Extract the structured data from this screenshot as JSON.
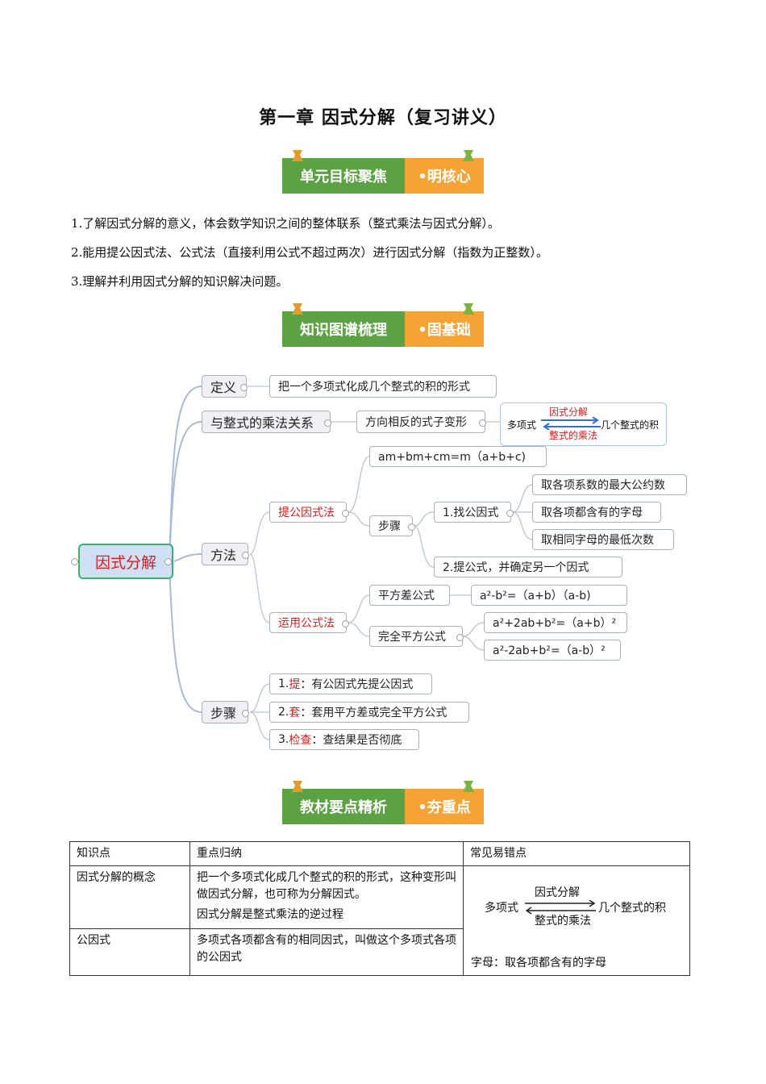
{
  "title": "第一章 因式分解（复习讲义）",
  "sections": [
    {
      "green": "单元目标聚焦",
      "orange": "•明核心"
    },
    {
      "green": "知识图谱梳理",
      "orange": "•固基础"
    },
    {
      "green": "教材要点精析",
      "orange": "•夯重点"
    }
  ],
  "goals": [
    "1.了解因式分解的意义，体会数学知识之间的整体联系（整式乘法与因式分解）。",
    "2.能用提公因式法、公式法（直接利用公式不超过两次）进行因式分解（指数为正整数）。",
    "3.理解并利用因式分解的知识解决问题。"
  ],
  "mindmap": {
    "root": "因式分解",
    "definition": "定义",
    "definition_text": "把一个多项式化成几个整式的积的形式",
    "relation": "与整式的乘法关系",
    "relation_text": "方向相反的式子变形",
    "rel_left": "多项式",
    "rel_right": "几个整式的积",
    "rel_top": "因式分解",
    "rel_bottom": "整式的乘法",
    "method": "方法",
    "extract": "提公因式法",
    "extract_formula": "am+bm+cm=m（a+b+c)",
    "steps_label": "步骤",
    "find_common": "1.找公因式",
    "find_1": "取各项系数的最大公约数",
    "find_2": "取各项都含有的字母",
    "find_3": "取相同字母的最低次数",
    "extract_2": "2.提公式，并确定另一个因式",
    "formula": "运用公式法",
    "diff_sq": "平方差公式",
    "diff_sq_text": "a²-b²=（a+b）（a-b)",
    "perfect_sq": "完全平方公式",
    "perfect_1": "a²+2ab+b²=（a+b）²",
    "perfect_2": "a²-2ab+b²=（a-b）²",
    "steps": "步骤",
    "step1_num": "1.",
    "step1_kw": "提",
    "step1_text": "：有公因式先提公因式",
    "step2_num": "2.",
    "step2_kw": "套",
    "step2_text": "：套用平方差或完全平方公式",
    "step3_num": "3.",
    "step3_kw": "检查",
    "step3_text": "：查结果是否彻底"
  },
  "table": {
    "headers": [
      "知识点",
      "重点归纳",
      "常见易错点"
    ],
    "rows": [
      {
        "point": "因式分解的概念",
        "summary": "把一个多项式化成几个整式的积的形式，这种变形叫做因式分解，也可称为分解因式。",
        "summary2": "因式分解是整式乘法的逆过程"
      },
      {
        "point": "公因式",
        "summary": "多项式各项都含有的相同因式，叫做这个多项式各项的公因式",
        "summary2": ""
      }
    ],
    "err_left": "多项式",
    "err_right": "几个整式的积",
    "err_top": "因式分解",
    "err_bottom": "整式的乘法",
    "err_note": "字母：取各项都含有的字母"
  }
}
